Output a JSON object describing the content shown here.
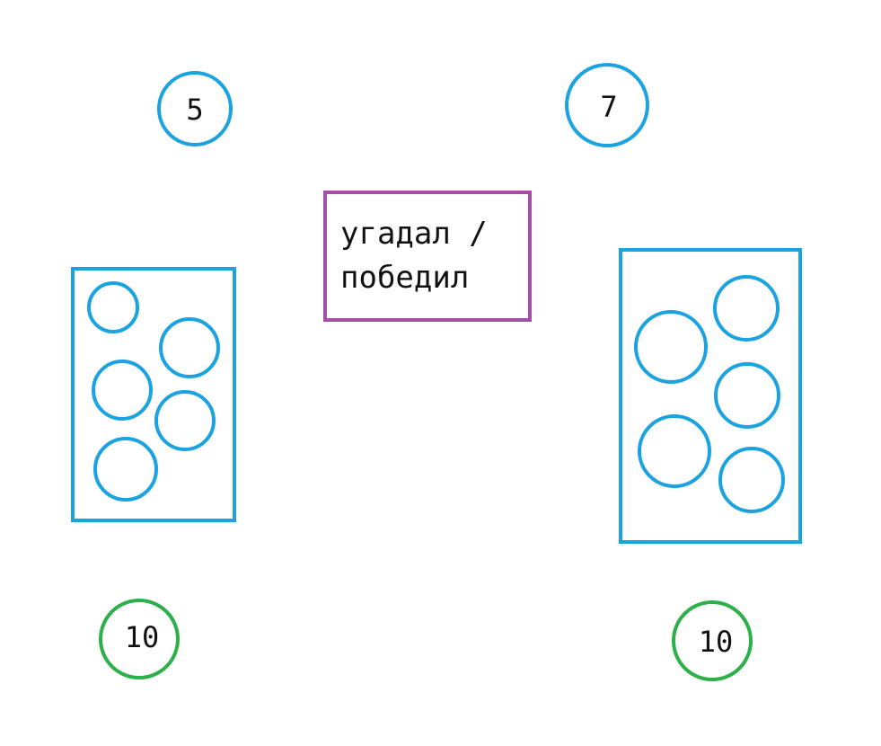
{
  "colors": {
    "blue": "#1aa3e0",
    "green": "#2bb04a",
    "purple": "#a24fa8",
    "text": "#111111",
    "background": "#ffffff"
  },
  "left": {
    "top_number": "5",
    "bottom_number": "10",
    "tray_circle_count": 5
  },
  "right": {
    "top_number": "7",
    "bottom_number": "10",
    "tray_circle_count": 5
  },
  "center": {
    "line1": "угадал /",
    "line2": "победил"
  }
}
